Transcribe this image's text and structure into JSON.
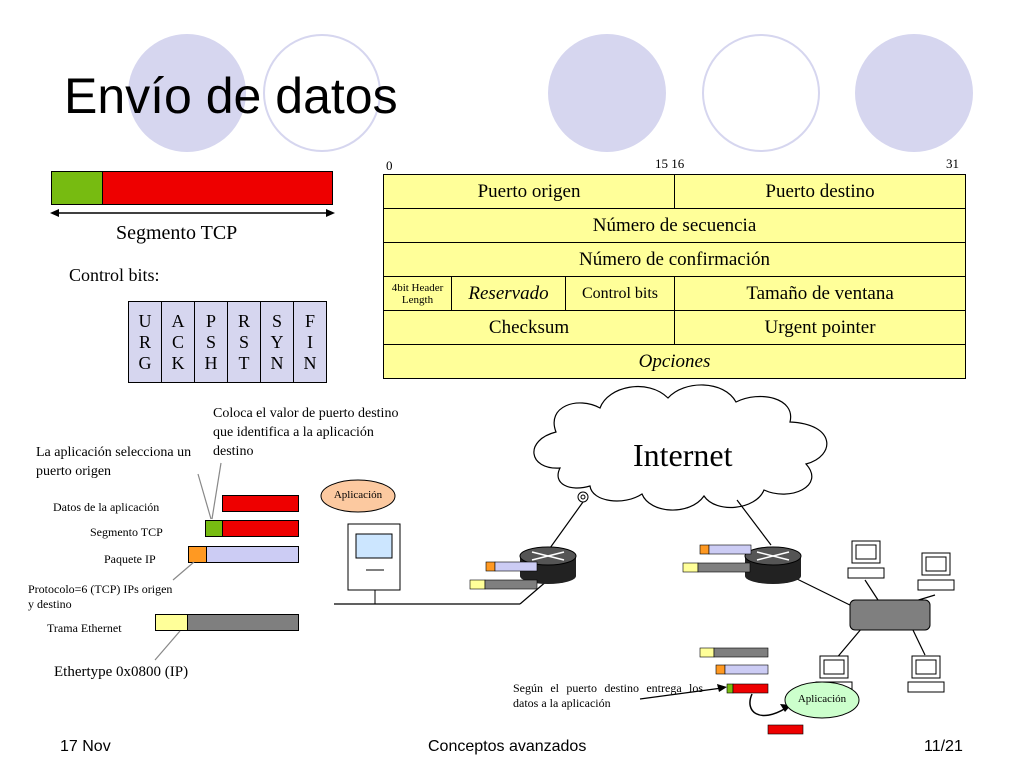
{
  "title": "Envío de datos",
  "segment_caption": "Segmento TCP",
  "control_bits_caption": "Control bits:",
  "control_bits": [
    {
      "letters": [
        "U",
        "R",
        "G"
      ]
    },
    {
      "letters": [
        "A",
        "C",
        "K"
      ]
    },
    {
      "letters": [
        "P",
        "S",
        "H"
      ]
    },
    {
      "letters": [
        "R",
        "S",
        "T"
      ]
    },
    {
      "letters": [
        "S",
        "Y",
        "N"
      ]
    },
    {
      "letters": [
        "F",
        "I",
        "N"
      ]
    }
  ],
  "tcp_header": {
    "bit_labels": {
      "start": "0",
      "mid": "15 16",
      "end": "31"
    },
    "source_port": "Puerto origen",
    "dest_port": "Puerto destino",
    "sequence": "Número de secuencia",
    "ack_number": "Número de confirmación",
    "header_length": "4bit Header Length",
    "reserved": "Reservado",
    "control_bits": "Control bits",
    "window": "Tamaño de ventana",
    "checksum": "Checksum",
    "urgent": "Urgent pointer",
    "options": "Opciones"
  },
  "encapsulation": {
    "app_selects": "La aplicación selecciona un puerto origen",
    "dest_port_note": "Coloca el valor de puerto destino que identifica a la aplicación destino",
    "app_data": "Datos de la aplicación",
    "tcp_segment": "Segmento TCP",
    "ip_packet": "Paquete IP",
    "protocol_note": "Protocolo=6 (TCP) IPs origen y destino",
    "ethernet_frame": "Trama Ethernet",
    "ethertype": "Ethertype 0x0800 (IP)"
  },
  "network": {
    "cloud_label": "Internet",
    "app_source": "Aplicación",
    "app_dest": "Aplicación",
    "delivery_note": "Según el puerto destino entrega los datos a la aplicación"
  },
  "colors": {
    "tcp_header": "#77bb11",
    "data": "#ee0000",
    "ip_header": "#ff9922",
    "ip_body": "#ccccf4",
    "eth_header": "#ffff99",
    "eth_body": "#7f7f7f",
    "table_bg": "#ffff99",
    "control_bits_bg": "#d6d6ef",
    "decor": "#d6d6ef"
  },
  "footer": {
    "date": "17 Nov",
    "course": "Conceptos avanzados",
    "page": "11/21"
  }
}
